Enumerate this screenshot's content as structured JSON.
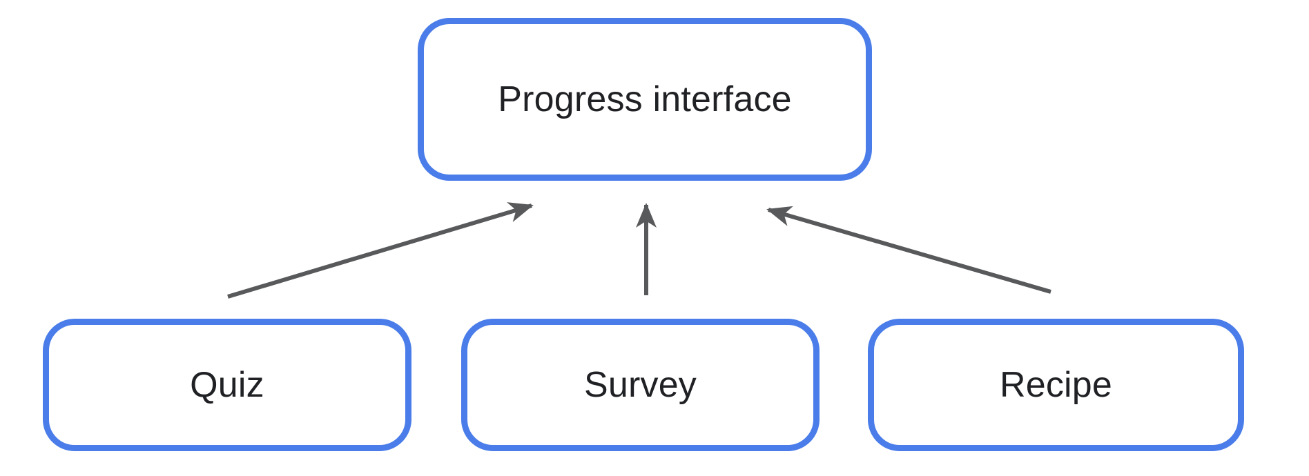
{
  "colors": {
    "background": "#ffffff",
    "box_border": "#4a7de9",
    "box_fill": "#ffffff",
    "arrow": "#58595b",
    "text": "#202124"
  },
  "diagram": {
    "nodes": {
      "progress": {
        "label": "Progress interface"
      },
      "quiz": {
        "label": "Quiz"
      },
      "survey": {
        "label": "Survey"
      },
      "recipe": {
        "label": "Recipe"
      }
    },
    "edges": [
      {
        "from": "quiz",
        "to": "progress",
        "direction": "up"
      },
      {
        "from": "survey",
        "to": "progress",
        "direction": "up"
      },
      {
        "from": "recipe",
        "to": "progress",
        "direction": "up"
      }
    ]
  }
}
